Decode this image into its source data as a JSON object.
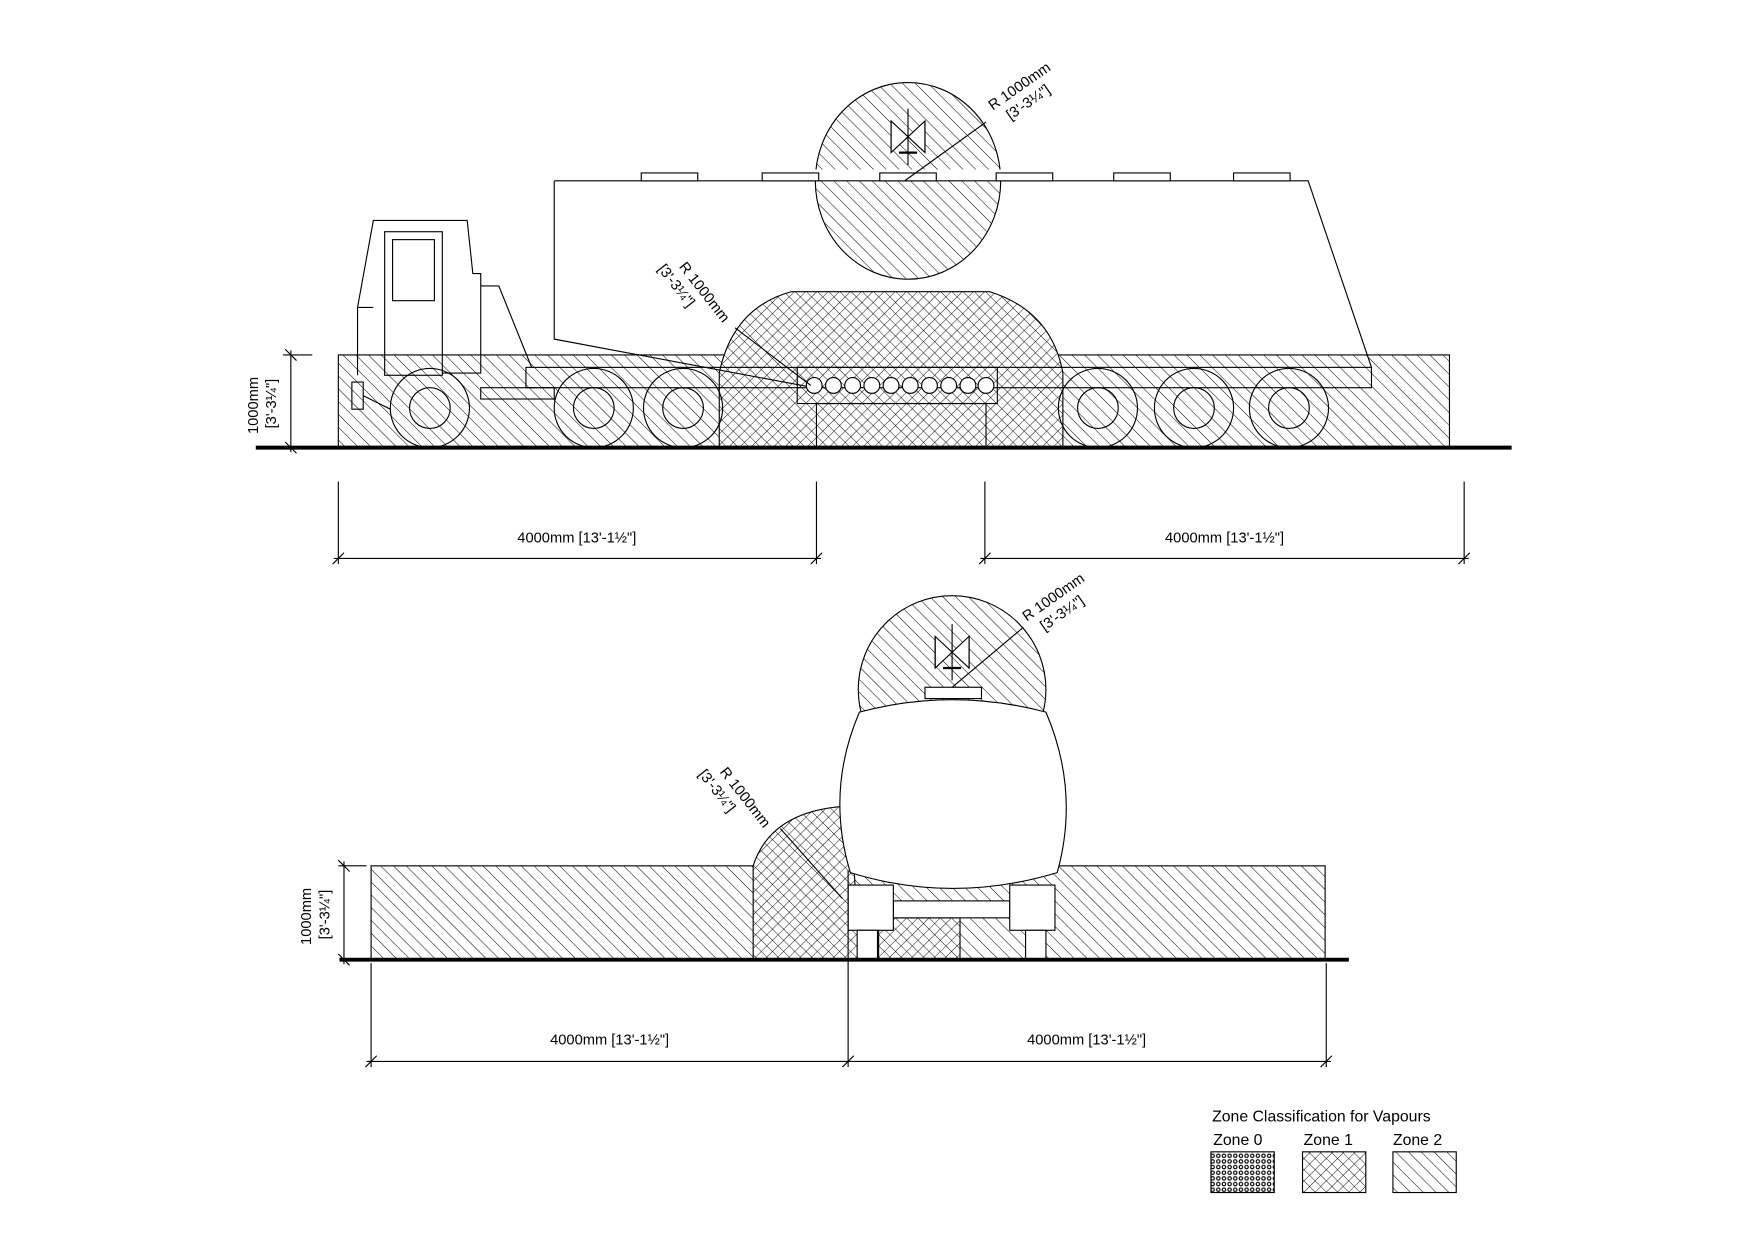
{
  "side_view": {
    "radius_label_top": "R 1000mm",
    "radius_label_top_imperial": "[3'-3¼\"]",
    "radius_label_mid": "R 1000mm",
    "radius_label_mid_imperial": "[3'-3¼\"]",
    "height_dim": "1000mm",
    "height_dim_imperial": "[3'-3¼\"]",
    "left_length_dim": "4000mm [13'-1½\"]",
    "right_length_dim": "4000mm [13'-1½\"]"
  },
  "end_view": {
    "radius_label_top": "R 1000mm",
    "radius_label_top_imperial": "[3'-3¼\"]",
    "radius_label_side": "R 1000mm",
    "radius_label_side_imperial": "[3'-3¼\"]",
    "height_dim": "1000mm",
    "height_dim_imperial": "[3'-3¼\"]",
    "left_length_dim": "4000mm [13'-1½\"]",
    "right_length_dim": "4000mm [13'-1½\"]"
  },
  "legend": {
    "title": "Zone Classification for Vapours",
    "items": [
      {
        "label": "Zone 0",
        "pattern": "dots"
      },
      {
        "label": "Zone 1",
        "pattern": "crosshatch"
      },
      {
        "label": "Zone 2",
        "pattern": "diagonal-hatch"
      }
    ]
  }
}
